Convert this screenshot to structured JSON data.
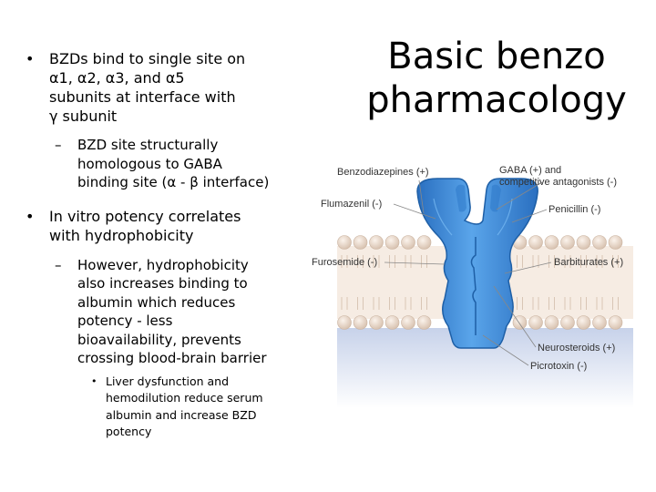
{
  "slide": {
    "title_lines": [
      "Basic benzo",
      "pharmacology"
    ],
    "bullet1": {
      "lines": [
        "BZDs bind to single site on",
        "α1, α2, α3, and α5",
        "subunits at interface with",
        "γ subunit"
      ],
      "sub": [
        "BZD site structurally",
        "homologous to GABA",
        "binding site (α - β interface)"
      ]
    },
    "bullet2": {
      "lines": [
        "In vitro potency correlates",
        "with hydrophobicity"
      ],
      "sub": [
        "However, hydrophobicity",
        "also increases binding to",
        "albumin which reduces",
        "potency - less",
        "bioavailability, prevents",
        "crossing blood-brain barrier"
      ],
      "subsub": [
        "Liver dysfunction and",
        "hemodilution reduce serum",
        "albumin and increase BZD",
        "potency"
      ]
    }
  },
  "figure": {
    "labels": {
      "benzodiazepines": "Benzodiazepines (+)",
      "flumazenil": "Flumazenil (-)",
      "furosemide": "Furosemide (-)",
      "gaba_line1": "GABA (+) and",
      "gaba_line2": "competitive antagonists (-)",
      "penicillin": "Penicillin (-)",
      "barbiturates": "Barbiturates (+)",
      "neurosteroids": "Neurosteroids (+)",
      "picrotoxin": "Picrotoxin (-)"
    },
    "colors": {
      "receptor": "#3f8fd8",
      "receptor_dark": "#1e5fa6",
      "lipid_head": "#e8d6c8",
      "cytoplasm": "#c7d2ea"
    }
  }
}
